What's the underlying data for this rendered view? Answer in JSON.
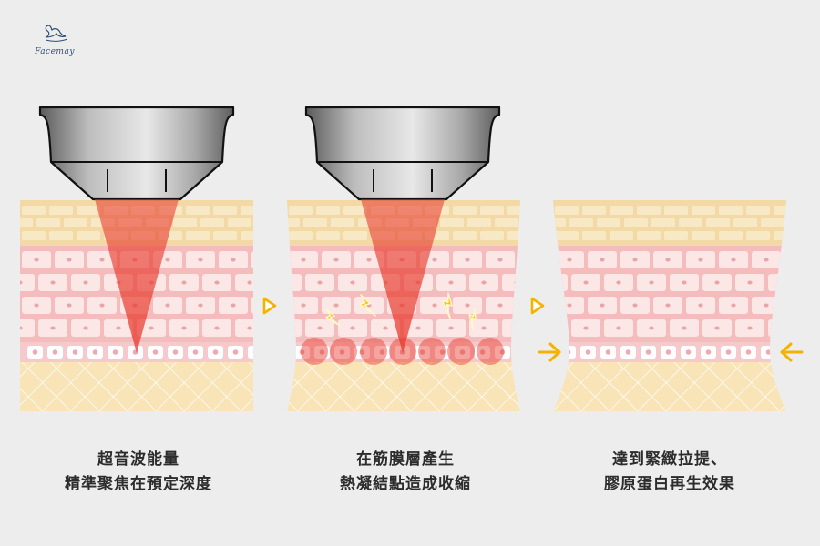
{
  "brand": {
    "name": "Facemay"
  },
  "panels": [
    {
      "id": "focus",
      "caption_lines": [
        "超音波能量",
        "精準聚焦在預定深度"
      ]
    },
    {
      "id": "heat",
      "caption_lines": [
        "在筋膜層產生",
        "熱凝結點造成收縮"
      ]
    },
    {
      "id": "lift",
      "caption_lines": [
        "達到緊緻拉提、",
        "膠原蛋白再生效果"
      ]
    }
  ],
  "colors": {
    "background": "#ededed",
    "epidermis": "#f2d9a6",
    "dermis": "#f4bcbc",
    "cell": "#fbe7e6",
    "smas": "#f6c9cc",
    "fat": "#f9e4b7",
    "beam": "#e8382b",
    "bolt": "#f5c400",
    "arrow": "#f3b300",
    "transducer": "#8a8a8a"
  },
  "icons": {
    "next_arrow": "triangle-outline-icon",
    "bolt": "lightning-bolt-icon",
    "compress": "arrow-inward-icon"
  }
}
